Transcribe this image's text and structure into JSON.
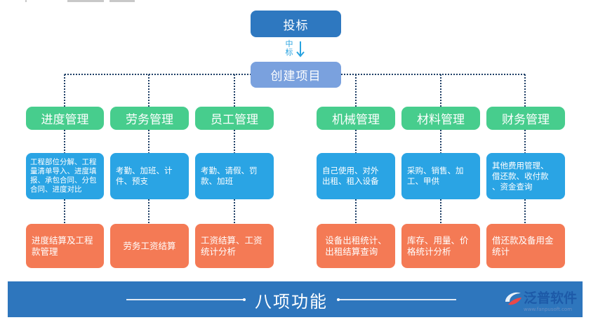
{
  "diagram": {
    "top_node": "投标",
    "win_label": [
      "中",
      "标"
    ],
    "create_node": "创建项目",
    "branches": [
      {
        "category": "进度管理",
        "details": [
          "工程部位分解、工程",
          "量清单导入、进度填",
          "报、承包合同、分包",
          "合同、进度对比"
        ],
        "result": [
          "进度结算及工程",
          "款管理"
        ]
      },
      {
        "category": "劳务管理",
        "details": [
          "考勤、加班、计",
          "件、预支"
        ],
        "result": [
          "劳务工资结算"
        ]
      },
      {
        "category": "员工管理",
        "details": [
          "考勤、请假、罚",
          "款、加班"
        ],
        "result": [
          "工资结算、工资",
          "统计分析"
        ]
      },
      {
        "category": "机械管理",
        "details": [
          "自己使用、对外",
          "出租、租入设备"
        ],
        "result": [
          "设备出租统计、",
          "出租结算查询"
        ]
      },
      {
        "category": "材料管理",
        "details": [
          "采购、销售、加",
          "工、甲供"
        ],
        "result": [
          "库存、用量、价",
          "格统计分析"
        ]
      },
      {
        "category": "财务管理",
        "details": [
          "其他费用管理、",
          "借还款、收付款",
          "、资金查询"
        ],
        "result": [
          "借还款及备用金",
          "统计"
        ]
      }
    ]
  },
  "footer": {
    "title": "八项功能",
    "brand_name": "泛普软件",
    "brand_url": "www.fanpusoft.com"
  },
  "colors": {
    "top_node": "#2e78c0",
    "create_node": "#7aa1de",
    "category": "#47cd8d",
    "detail": "#2aa4e4",
    "result": "#f47a55",
    "footer": "#2e76bd",
    "connector": "#1f3f66"
  }
}
